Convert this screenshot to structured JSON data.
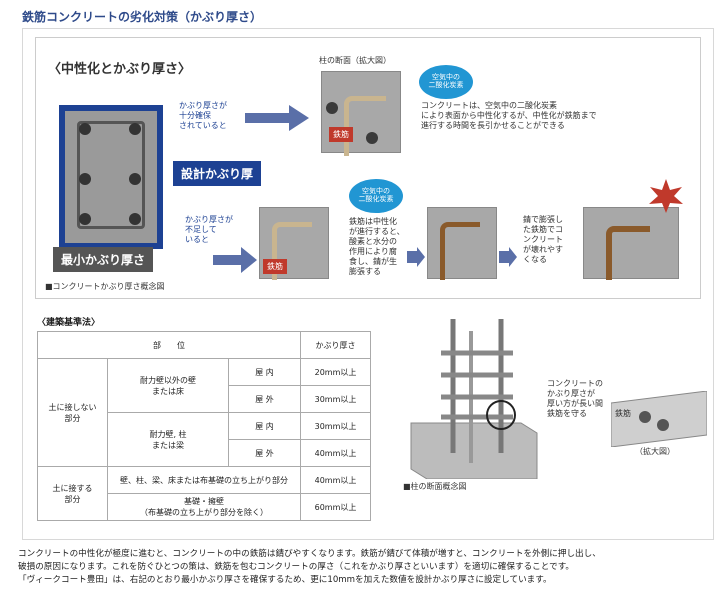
{
  "page_title": "鉄筋コンクリートの劣化対策（かぶり厚さ）",
  "section_title": "〈中性化とかぶり厚さ〉",
  "top": {
    "sufficient_label": "かぶり厚さが\n十分確保\nされていると",
    "insufficient_label": "かぶり厚さが\n不足して\nいると",
    "design_cover": "設計かぶり厚",
    "min_cover": "最小かぶり厚さ",
    "concept_caption": "■コンクリートかぶり厚さ概念図",
    "section_caption": "柱の断面（拡大図）",
    "co2_1": "空気中の\n二酸化炭素",
    "co2_2": "空気中の\n二酸化炭素",
    "good_text": "コンクリートは、空気中の二酸化炭素\nにより表面から中性化するが、中性化が鉄筋まで\n進行する時間を長引かせることができる",
    "rebar_tag_1": "鉄筋",
    "rebar_tag_2": "鉄筋",
    "corrode_text": "鉄筋は中性化\nが進行すると、\n酸素と水分の\n作用により腐\n食し、錆が生\n膨張する",
    "crack_text": "錆で膨張し\nた鉄筋でコ\nンクリート\nが壊れやす\nくなる"
  },
  "table": {
    "title": "〈建築基準法〉",
    "header_part": "部　　位",
    "header_cover": "かぶり厚さ",
    "group1": "土に接しない\n部分",
    "group2": "土に接する\n部分",
    "rows": [
      {
        "part": "耐力壁以外の壁\nまたは床",
        "loc": "屋 内",
        "value": "20mm以上"
      },
      {
        "part": "",
        "loc": "屋 外",
        "value": "30mm以上"
      },
      {
        "part": "耐力壁, 柱\nまたは梁",
        "loc": "屋 内",
        "value": "30mm以上"
      },
      {
        "part": "",
        "loc": "屋 外",
        "value": "40mm以上"
      },
      {
        "part": "壁、柱、梁、床または布基礎の立ち上がり部分",
        "loc": "",
        "value": "40mm以上"
      },
      {
        "part": "基礎・擁壁\n（布基礎の立ち上がり部分を除く）",
        "loc": "",
        "value": "60mm以上"
      }
    ]
  },
  "right_diagram": {
    "caption": "■柱の断面概念図",
    "note": "コンクリートの\nかぶり厚さが\n厚い方が長い間\n鉄筋を守る",
    "rebar": "鉄筋",
    "zoom": "（拡大図）"
  },
  "footer": [
    "コンクリートの中性化が極度に進むと、コンクリートの中の鉄筋は錆びやすくなります。鉄筋が錆びて体積が増すと、コンクリートを外側に押し出し、",
    "破損の原因になります。これを防ぐひとつの策は、鉄筋を包むコンクリートの厚さ（これをかぶり厚さといいます）を適切に確保することです。",
    "「ヴィークコート豊田」は、右記のとおり最小かぶり厚さを確保するため、更に10mmを加えた数値を設計かぶり厚さに設定しています。"
  ],
  "colors": {
    "navy": "#1d4193",
    "accent_blue": "#2196d3",
    "rust": "#8a5a2b",
    "alert": "#c0392b"
  }
}
